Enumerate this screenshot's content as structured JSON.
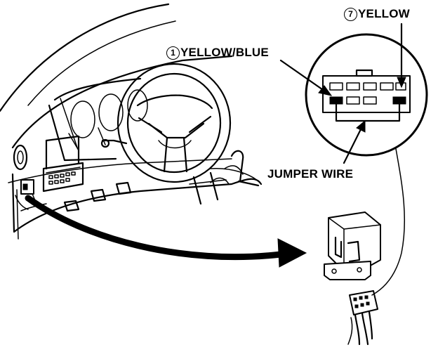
{
  "labels": {
    "pin7_num": "7",
    "pin7_color": "YELLOW",
    "pin1_num": "1",
    "pin1_color": "YELLOW/BLUE",
    "jumper": "JUMPER WIRE"
  },
  "colors": {
    "ink": "#000000",
    "paper": "#ffffff"
  }
}
